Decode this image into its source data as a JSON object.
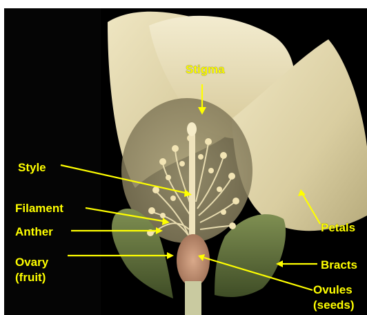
{
  "labels": {
    "stigma": "Stigma",
    "style": "Style",
    "filament": "Filament",
    "anther": "Anther",
    "ovary": "Ovary",
    "fruit": "(fruit)",
    "petals": "Petals",
    "bracts": "Bracts",
    "ovules": "Ovules",
    "seeds": "(seeds)"
  },
  "colors": {
    "label": "#ffff00",
    "background": "#000000",
    "petal": "#e9e0b8",
    "bract": "#5d6e3a"
  }
}
